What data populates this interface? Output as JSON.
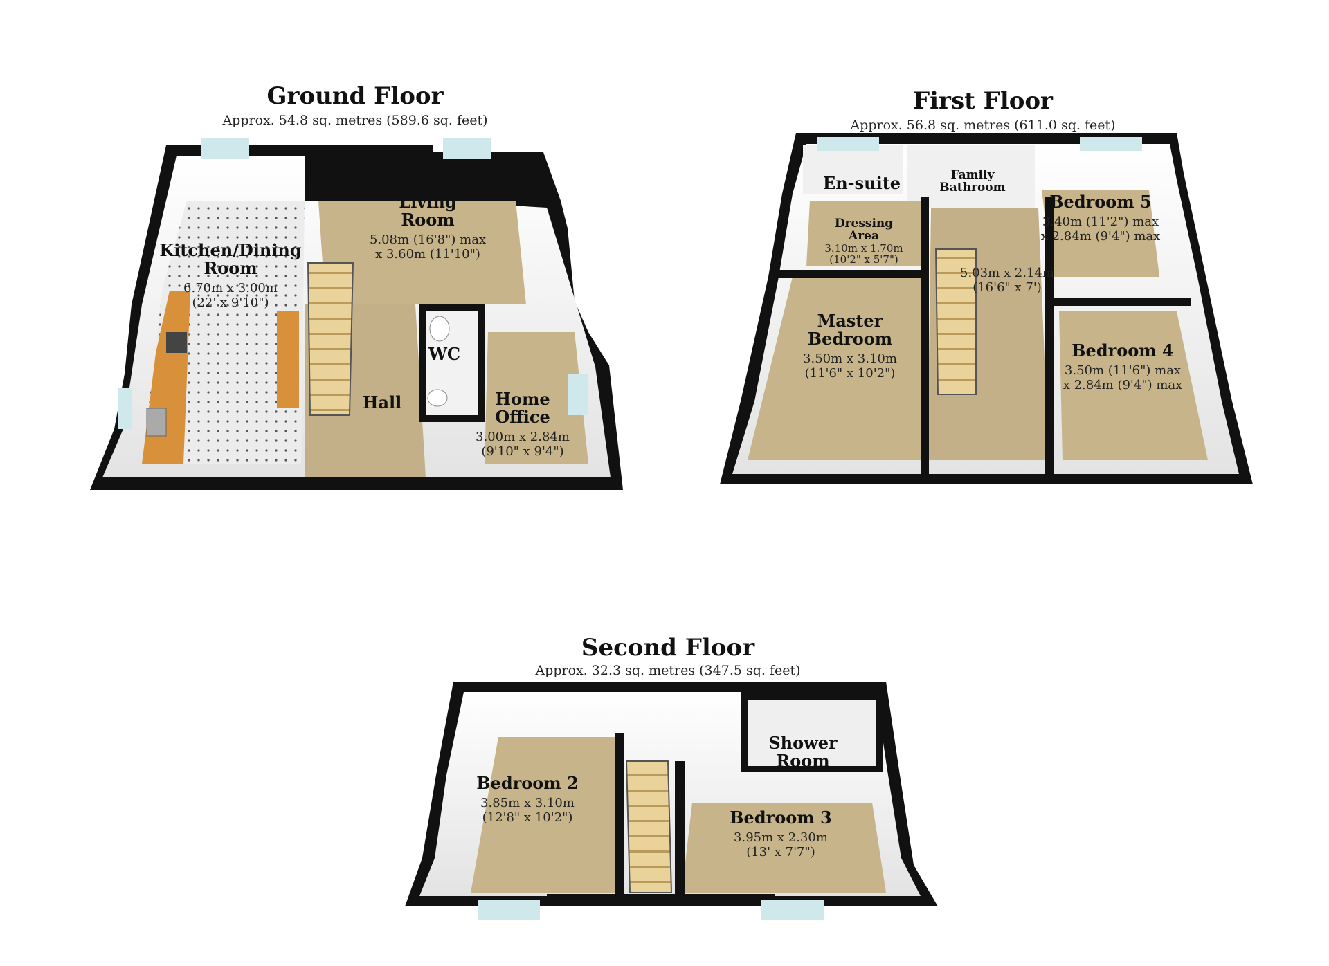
{
  "colors": {
    "wall": "#111111",
    "wall_inner": "#f4f4f4",
    "carpet": "#c8b48a",
    "tile": "#e9e9e9",
    "worktop": "#d8913a",
    "stairs": "#e6cf94",
    "window": "#cfe8ec"
  },
  "floors": [
    {
      "id": "ground",
      "title": "Ground Floor",
      "area": "Approx. 54.8 sq. metres (589.6 sq. feet)",
      "rooms": [
        {
          "id": "kitchen",
          "name": [
            "Kitchen/Dining",
            "Room"
          ],
          "dims": [
            "6.70m x 3.00m",
            "(22' x 9'10\")"
          ]
        },
        {
          "id": "living",
          "name": [
            "Living",
            "Room"
          ],
          "dims": [
            "5.08m (16'8\") max",
            "x 3.60m (11'10\")"
          ]
        },
        {
          "id": "wc",
          "name": [
            "WC"
          ],
          "dims": []
        },
        {
          "id": "hall",
          "name": [
            "Hall"
          ],
          "dims": []
        },
        {
          "id": "office",
          "name": [
            "Home",
            "Office"
          ],
          "dims": [
            "3.00m x 2.84m",
            "(9'10\" x 9'4\")"
          ]
        }
      ]
    },
    {
      "id": "first",
      "title": "First Floor",
      "area": "Approx. 56.8 sq. metres (611.0 sq. feet)",
      "rooms": [
        {
          "id": "ensuite",
          "name": [
            "En-suite"
          ],
          "dims": []
        },
        {
          "id": "family-bath",
          "name": [
            "Family",
            "Bathroom"
          ],
          "dims": []
        },
        {
          "id": "dressing",
          "name": [
            "Dressing",
            "Area"
          ],
          "dims": [
            "3.10m x 1.70m",
            "(10'2\" x 5'7\")"
          ]
        },
        {
          "id": "bed5",
          "name": [
            "Bedroom 5"
          ],
          "dims": [
            "3.40m (11'2\") max",
            "x 2.84m (9'4\") max"
          ]
        },
        {
          "id": "landing",
          "name": [],
          "dims": [
            "5.03m x 2.14m",
            "(16'6\" x 7')"
          ]
        },
        {
          "id": "master",
          "name": [
            "Master",
            "Bedroom"
          ],
          "dims": [
            "3.50m x 3.10m",
            "(11'6\" x 10'2\")"
          ]
        },
        {
          "id": "bed4",
          "name": [
            "Bedroom 4"
          ],
          "dims": [
            "3.50m (11'6\") max",
            "x 2.84m (9'4\") max"
          ]
        }
      ]
    },
    {
      "id": "second",
      "title": "Second Floor",
      "area": "Approx. 32.3 sq. metres (347.5 sq. feet)",
      "rooms": [
        {
          "id": "shower",
          "name": [
            "Shower",
            "Room"
          ],
          "dims": []
        },
        {
          "id": "bed2",
          "name": [
            "Bedroom 2"
          ],
          "dims": [
            "3.85m x 3.10m",
            "(12'8\" x 10'2\")"
          ]
        },
        {
          "id": "bed3",
          "name": [
            "Bedroom 3"
          ],
          "dims": [
            "3.95m x 2.30m",
            "(13' x 7'7\")"
          ]
        }
      ]
    }
  ]
}
